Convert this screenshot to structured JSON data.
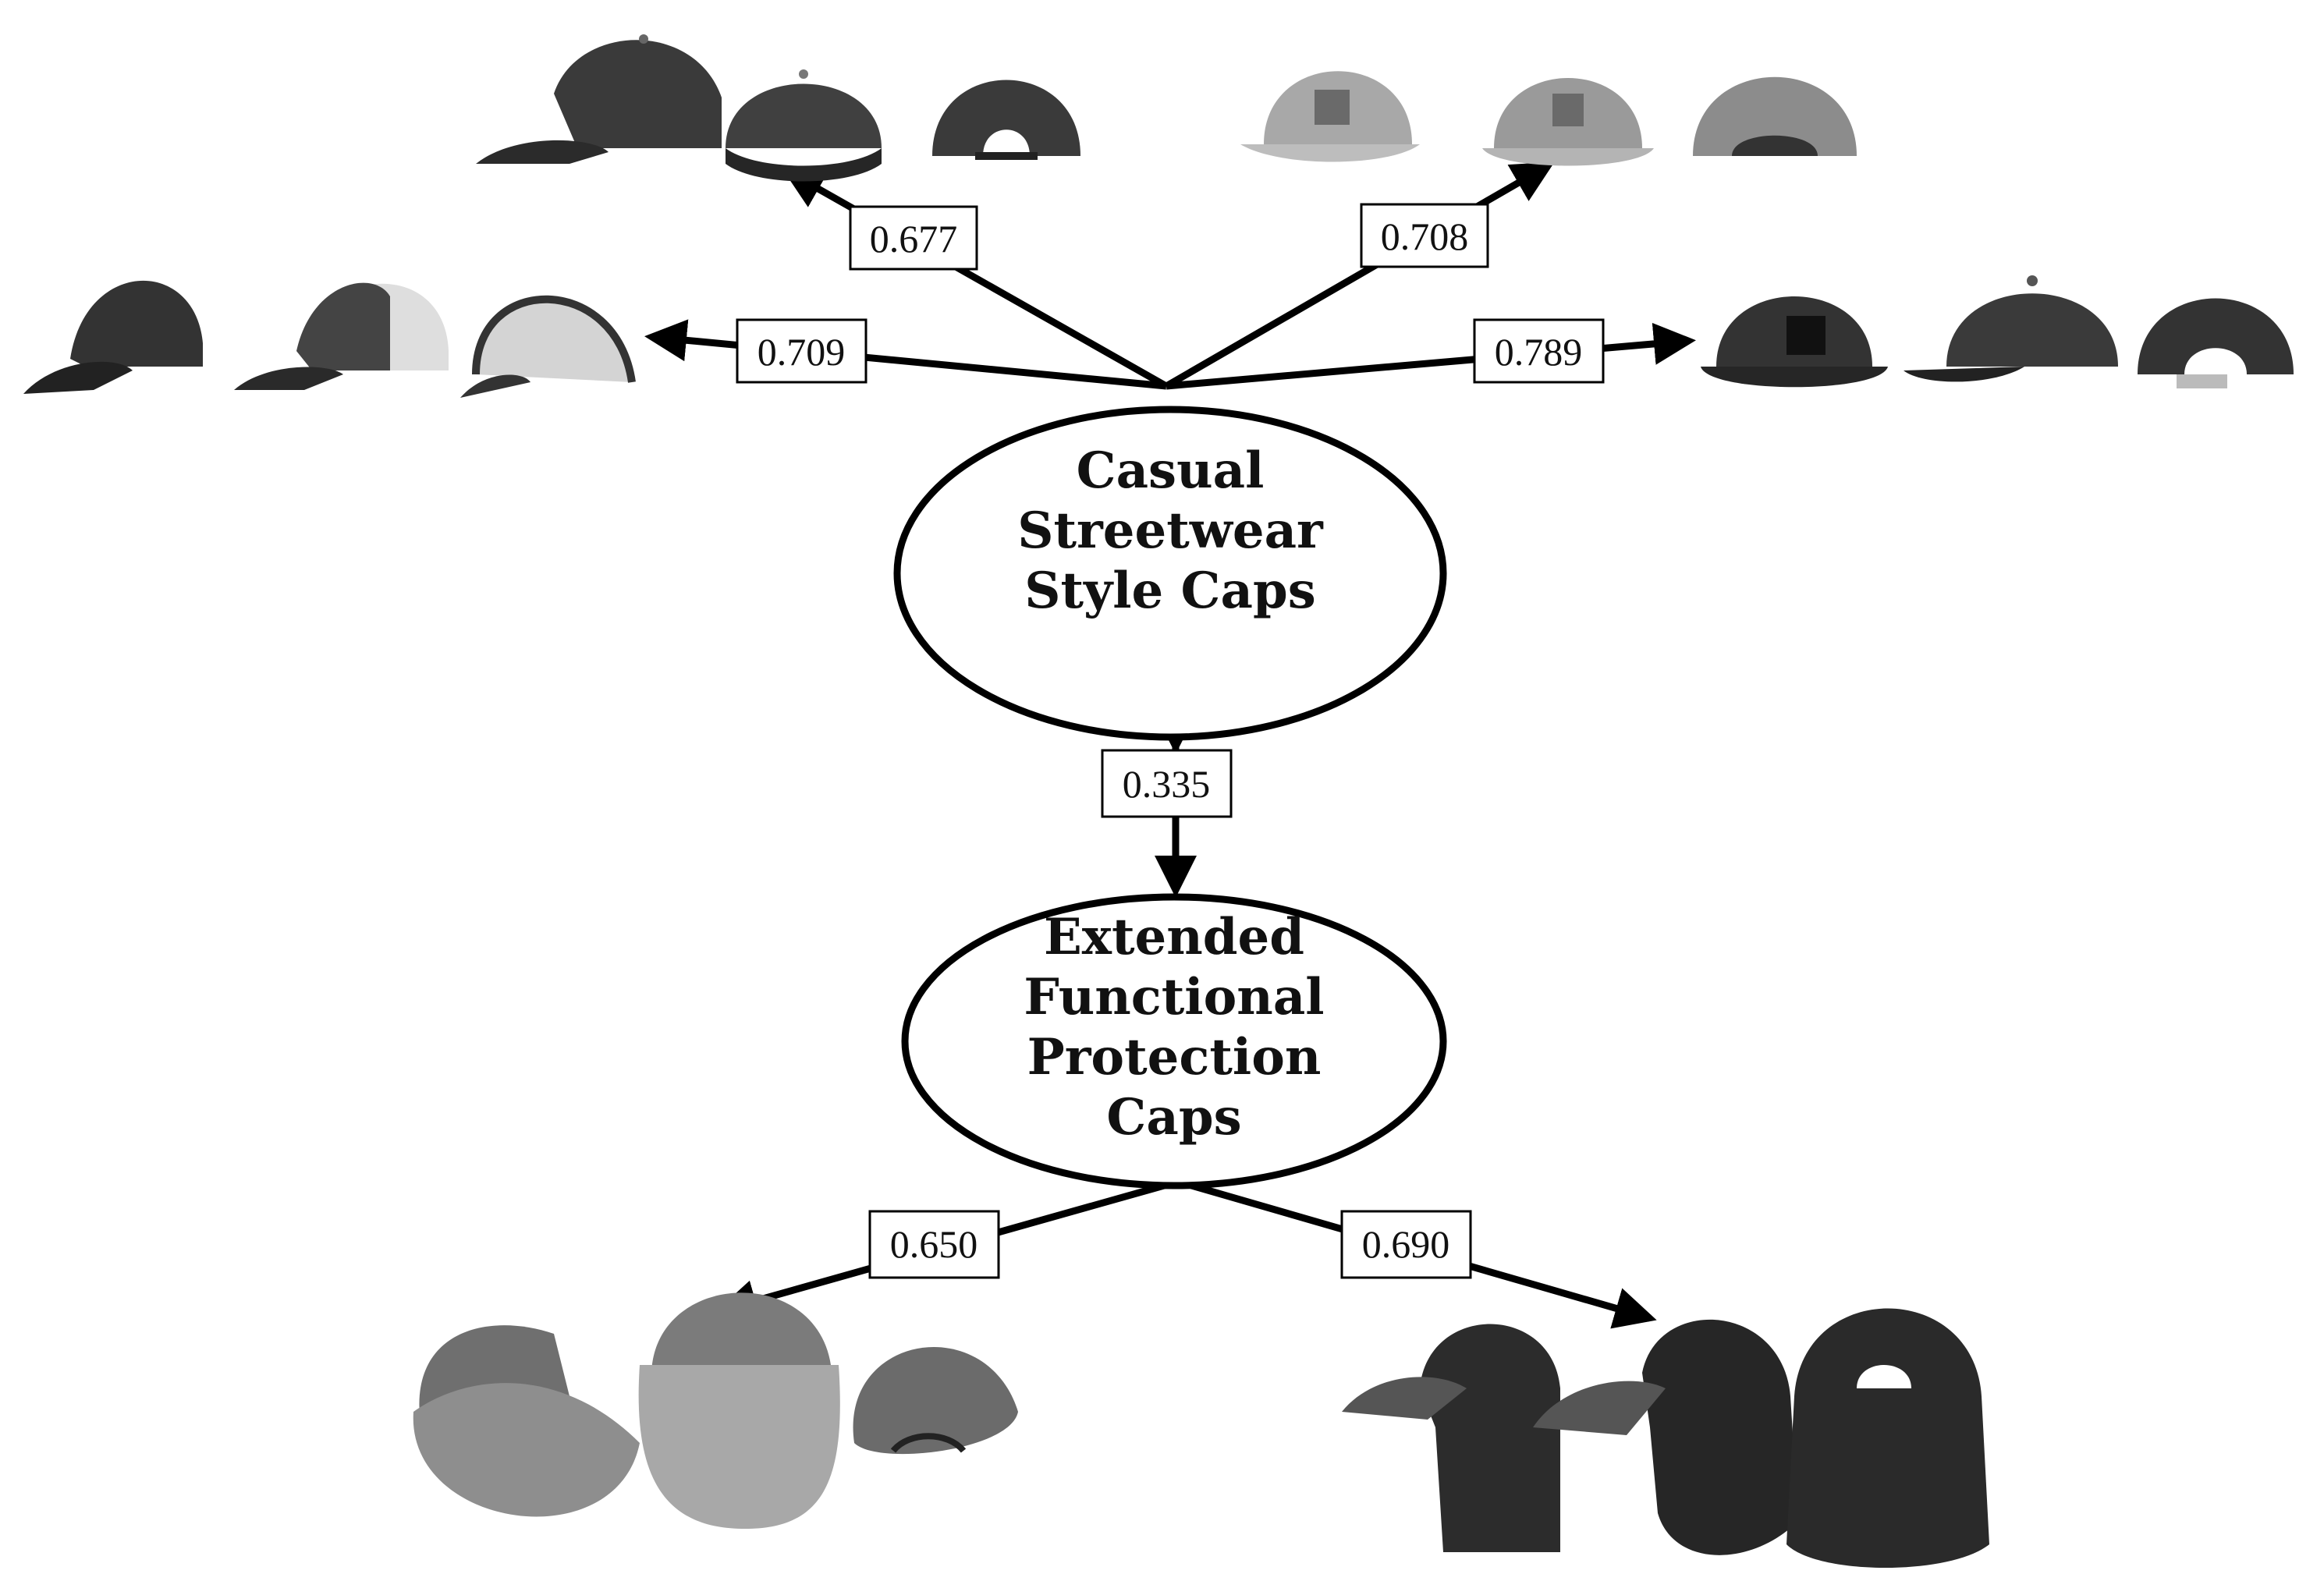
{
  "factors": {
    "casual": {
      "lines": [
        "Casual",
        "Streetwear",
        "Style Caps"
      ]
    },
    "extended": {
      "lines": [
        "Extended",
        "Functional",
        "Protection",
        "Caps"
      ]
    }
  },
  "correlation": "0.335",
  "loadings": {
    "baseball_cap": "0.677",
    "five_panel_cap": "0.708",
    "trucker_cap": "0.709",
    "snapback_cap": "0.789",
    "visor_cap": "0.650",
    "flap_cap": "0.690"
  },
  "cap_groups": [
    {
      "key": "baseball_cap",
      "views": [
        "side",
        "front",
        "back"
      ],
      "shade": "#3a3a3a"
    },
    {
      "key": "five_panel_cap",
      "views": [
        "side",
        "front",
        "back"
      ],
      "shade": "#a9a9a9"
    },
    {
      "key": "trucker_cap",
      "views": [
        "side",
        "side-mesh",
        "back-mesh"
      ],
      "shade": "#333333"
    },
    {
      "key": "snapback_cap",
      "views": [
        "front",
        "side",
        "back"
      ],
      "shade": "#2f2f2f"
    },
    {
      "key": "visor_cap",
      "views": [
        "front-brim",
        "front",
        "back"
      ],
      "shade": "#8a8a8a"
    },
    {
      "key": "flap_cap",
      "views": [
        "side",
        "side-flap",
        "back"
      ],
      "shade": "#2a2a2a"
    }
  ]
}
